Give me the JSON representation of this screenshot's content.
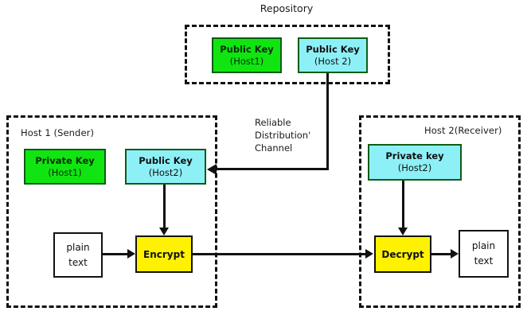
{
  "diagram": {
    "title": "Repository",
    "type": "public-key-cryptography-flow"
  },
  "repository": {
    "keys": [
      {
        "line1": "Public Key",
        "line2": "(Host1)",
        "color": "#11e511"
      },
      {
        "line1": "Public Key",
        "line2": "(Host 2)",
        "color": "#8ef0f7"
      }
    ]
  },
  "channel": {
    "label_line1": "Reliable",
    "label_line2": "Distribution'",
    "label_line3": "Channel"
  },
  "host1": {
    "caption": "Host 1 (Sender)",
    "private_key": {
      "line1": "Private Key",
      "line2": "(Host1)",
      "color": "#11e511"
    },
    "public_key": {
      "line1": "Public Key",
      "line2": "(Host2)",
      "color": "#8ef0f7"
    },
    "input": {
      "line1": "plain",
      "line2": "text"
    },
    "operation": {
      "label": "Encrypt",
      "color": "#fff200"
    }
  },
  "host2": {
    "caption": "Host 2(Receiver)",
    "private_key": {
      "line1": "Private key",
      "line2": "(Host2)",
      "color": "#8ef0f7"
    },
    "operation": {
      "label": "Decrypt",
      "color": "#fff200"
    },
    "output": {
      "line1": "plain",
      "line2": "text"
    }
  },
  "colors": {
    "green": "#11e511",
    "cyan": "#8ef0f7",
    "yellow": "#fff200",
    "stroke": "#111111",
    "key_border": "#0d5c16"
  }
}
